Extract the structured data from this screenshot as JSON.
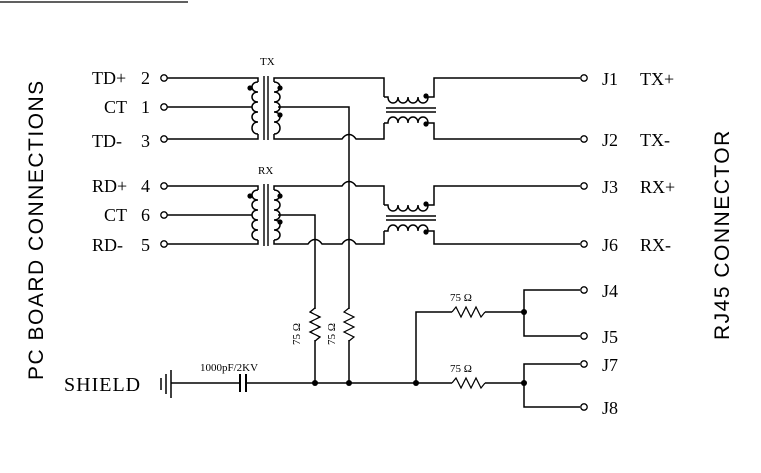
{
  "side_titles": {
    "left": "PC BOARD CONNECTIONS",
    "right": "RJ45 CONNECTOR"
  },
  "left_pins": [
    {
      "name": "TD+",
      "num": "2"
    },
    {
      "name": "CT",
      "num": "1"
    },
    {
      "name": "TD-",
      "num": "3"
    },
    {
      "name": "RD+",
      "num": "4"
    },
    {
      "name": "CT",
      "num": "6"
    },
    {
      "name": "RD-",
      "num": "5"
    }
  ],
  "right_pins": [
    {
      "name": "J1",
      "signal": "TX+"
    },
    {
      "name": "J2",
      "signal": "TX-"
    },
    {
      "name": "J3",
      "signal": "RX+"
    },
    {
      "name": "J6",
      "signal": "RX-"
    },
    {
      "name": "J4",
      "signal": ""
    },
    {
      "name": "J5",
      "signal": ""
    },
    {
      "name": "J7",
      "signal": ""
    },
    {
      "name": "J8",
      "signal": ""
    }
  ],
  "transformer_labels": {
    "tx": "TX",
    "rx": "RX"
  },
  "shield_label": "SHIELD",
  "capacitor_label": "1000pF/2KV",
  "resistors": {
    "r1": "75 Ω",
    "r2": "75 Ω",
    "r3": "75 Ω",
    "r4": "75 Ω"
  }
}
